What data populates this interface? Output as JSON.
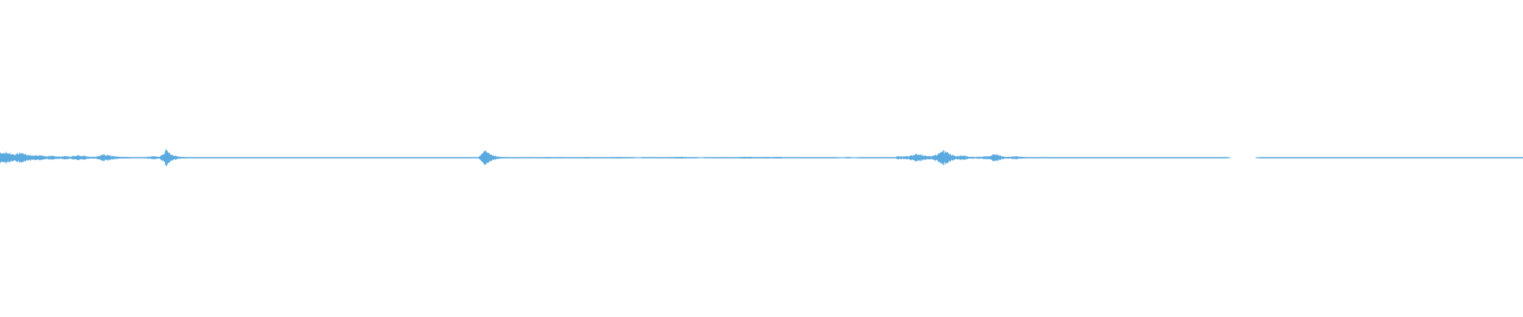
{
  "waveform": {
    "color": "#5aaadf",
    "background": "#ffffff",
    "amplitude_envelope": [
      0.6,
      0.7,
      0.5,
      0.6,
      0.45,
      0.3,
      0.35,
      0.2,
      0.25,
      0.15,
      0.2,
      0.15,
      0.3,
      0.25,
      0.15,
      0.1,
      0.45,
      0.3,
      0.2,
      0.1,
      0.1,
      0.05,
      0.05,
      0.1,
      0.2,
      0.15,
      1.0,
      0.4,
      0.15,
      0.1,
      0.05,
      0.05,
      0.04,
      0.04,
      0.04,
      0.04,
      0.04,
      0.05,
      0.04,
      0.04,
      0.04,
      0.04,
      0.04,
      0.05,
      0.04,
      0.04,
      0.04,
      0.04,
      0.04,
      0.04,
      0.05,
      0.04,
      0.04,
      0.05,
      0.04,
      0.04,
      0.04,
      0.04,
      0.04,
      0.04,
      0.05,
      0.04,
      0.04,
      0.04,
      0.04,
      0.04,
      0.04,
      0.04,
      0.04,
      0.04,
      0.04,
      0.04,
      0.04,
      0.04,
      0.04,
      0.04,
      0.9,
      0.4,
      0.15,
      0.08,
      0.06,
      0.05,
      0.05,
      0.08,
      0.05,
      0.06,
      0.1,
      0.06,
      0.08,
      0.05,
      0.04,
      0.05,
      0.1,
      0.06,
      0.05,
      0.04,
      0.08,
      0.12,
      0.08,
      0.05,
      0.0,
      0.05,
      0.06,
      0.04,
      0.05,
      0.08,
      0.1,
      0.12,
      0.05,
      0.04,
      0.0,
      0.05,
      0.04,
      0.06,
      0.08,
      0.06,
      0.08,
      0.12,
      0.1,
      0.08,
      0.12,
      0.08,
      0.12,
      0.08,
      0.05,
      0.06,
      0.05,
      0.04,
      0.05,
      0.04,
      0.05,
      0.04,
      0.0,
      0.04,
      0.0,
      0.04,
      0.04,
      0.05,
      0.05,
      0.08,
      0.04,
      0.2,
      0.15,
      0.3,
      0.55,
      0.3,
      0.2,
      0.45,
      0.95,
      0.5,
      0.2,
      0.3,
      0.15,
      0.1,
      0.15,
      0.2,
      0.45,
      0.25,
      0.1,
      0.2,
      0.15,
      0.08,
      0.05,
      0.05,
      0.06,
      0.04,
      0.05,
      0.06,
      0.05,
      0.04,
      0.04,
      0.05,
      0.06,
      0.05,
      0.04,
      0.04,
      0.04,
      0.05,
      0.04,
      0.06,
      0.05,
      0.04,
      0.04,
      0.05,
      0.04,
      0.04,
      0.04,
      0.04,
      0.04,
      0.05,
      0.04,
      0.04,
      0.04,
      0.0,
      0.0,
      0.0,
      0.0,
      0.0,
      0.04,
      0.05,
      0.04,
      0.05,
      0.05,
      0.06,
      0.05,
      0.04,
      0.05,
      0.04,
      0.05,
      0.04,
      0.06,
      0.05,
      0.04,
      0.04,
      0.05,
      0.04,
      0.04,
      0.04,
      0.05,
      0.06,
      0.05,
      0.04,
      0.04,
      0.05,
      0.04,
      0.04,
      0.05,
      0.04,
      0.04,
      0.04,
      0.05,
      0.06,
      0.05,
      0.04,
      0.05,
      0.04,
      0.04,
      0.04,
      0.05,
      0.04
    ]
  }
}
